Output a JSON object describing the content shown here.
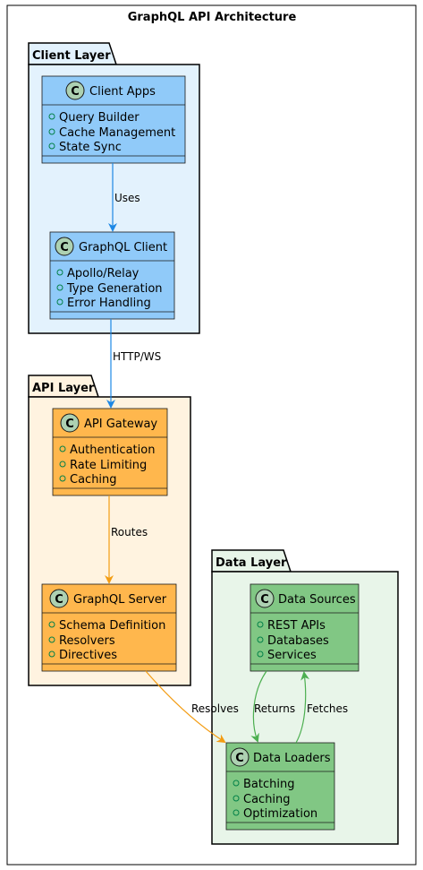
{
  "diagram": {
    "title": "GraphQL API Architecture",
    "packages": {
      "client": {
        "label": "Client Layer",
        "fill": "#E3F2FD"
      },
      "api": {
        "label": "API Layer",
        "fill": "#FFF3E0"
      },
      "data": {
        "label": "Data Layer",
        "fill": "#E8F5E9"
      }
    },
    "classes": {
      "client_apps": {
        "name": "Client Apps",
        "fields": [
          "Query Builder",
          "Cache Management",
          "State Sync"
        ],
        "fill": "#90CAF9"
      },
      "graphql_client": {
        "name": "GraphQL Client",
        "fields": [
          "Apollo/Relay",
          "Type Generation",
          "Error Handling"
        ],
        "fill": "#90CAF9"
      },
      "api_gateway": {
        "name": "API Gateway",
        "fields": [
          "Authentication",
          "Rate Limiting",
          "Caching"
        ],
        "fill": "#FFB74D"
      },
      "graphql_server": {
        "name": "GraphQL Server",
        "fields": [
          "Schema Definition",
          "Resolvers",
          "Directives"
        ],
        "fill": "#FFB74D"
      },
      "data_sources": {
        "name": "Data Sources",
        "fields": [
          "REST APIs",
          "Databases",
          "Services"
        ],
        "fill": "#81C784"
      },
      "data_loaders": {
        "name": "Data Loaders",
        "fields": [
          "Batching",
          "Caching",
          "Optimization"
        ],
        "fill": "#81C784"
      }
    },
    "edges": {
      "uses": {
        "label": "Uses",
        "color": "#1E88E5"
      },
      "http_ws": {
        "label": "HTTP/WS",
        "color": "#1E88E5"
      },
      "routes": {
        "label": "Routes",
        "color": "#F39C12"
      },
      "resolves": {
        "label": "Resolves",
        "color": "#F39C12"
      },
      "returns": {
        "label": "Returns",
        "color": "#4CAF50"
      },
      "fetches": {
        "label": "Fetches",
        "color": "#4CAF50"
      }
    },
    "class_marker": "C"
  }
}
